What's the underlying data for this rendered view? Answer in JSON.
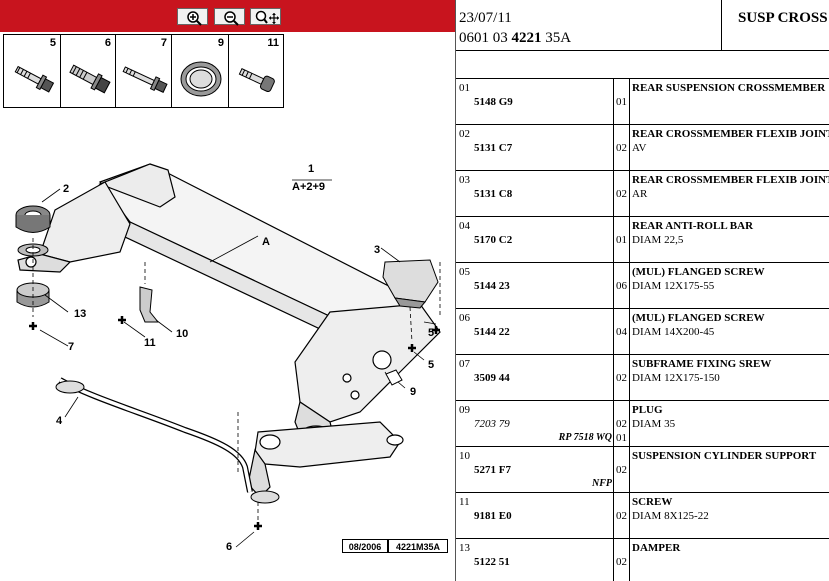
{
  "toolbar": {
    "buttons": [
      {
        "name": "zoom-in"
      },
      {
        "name": "zoom-out"
      },
      {
        "name": "zoom-pan"
      }
    ]
  },
  "parts_strip": [
    {
      "num": "5"
    },
    {
      "num": "6"
    },
    {
      "num": "7"
    },
    {
      "num": "9"
    },
    {
      "num": "11"
    }
  ],
  "diagram": {
    "callouts": {
      "c1": "1",
      "c1sub": "A+2+9",
      "A": "A",
      "c2": "2",
      "c3": "3",
      "c4": "4",
      "c5": "5",
      "c5b": "5",
      "c6": "6",
      "c7": "7",
      "c9": "9",
      "c10": "10",
      "c11": "11",
      "c13": "13"
    },
    "ref_date": "08/2006",
    "ref_code": "4221M35A"
  },
  "header": {
    "date": "23/07/11",
    "code_prefix": "0601 03 ",
    "code_bold": "4221",
    "code_suffix": " 35A",
    "title": "SUSP CROSS"
  },
  "rows": [
    {
      "idx": "01",
      "ref": "5148 G9",
      "qty": "01",
      "qty2": "",
      "name": "REAR SUSPENSION CROSSMEMBER",
      "desc": "",
      "sub": ""
    },
    {
      "idx": "02",
      "ref": "5131 C7",
      "qty": "02",
      "qty2": "",
      "name": "REAR CROSSMEMBER FLEXIB JOINTS",
      "desc": "AV",
      "sub": ""
    },
    {
      "idx": "03",
      "ref": "5131 C8",
      "qty": "02",
      "qty2": "",
      "name": "REAR CROSSMEMBER FLEXIB JOINTS",
      "desc": "AR",
      "sub": ""
    },
    {
      "idx": "04",
      "ref": "5170 C2",
      "qty": "01",
      "qty2": "",
      "name": "REAR ANTI-ROLL BAR",
      "desc": "DIAM 22,5",
      "sub": ""
    },
    {
      "idx": "05",
      "ref": "5144 23",
      "qty": "06",
      "qty2": "",
      "name": "(MUL) FLANGED SCREW",
      "desc": "DIAM 12X175-55",
      "sub": ""
    },
    {
      "idx": "06",
      "ref": "5144 22",
      "qty": "04",
      "qty2": "",
      "name": "(MUL) FLANGED SCREW",
      "desc": "DIAM 14X200-45",
      "sub": ""
    },
    {
      "idx": "07",
      "ref": "3509 44",
      "qty": "02",
      "qty2": "",
      "name": "SUBFRAME FIXING SREW",
      "desc": "DIAM 12X175-150",
      "sub": ""
    },
    {
      "idx": "09",
      "ref": "7203 79",
      "qty": "02",
      "qty2": "01",
      "name": "PLUG",
      "desc": "DIAM 35",
      "sub": "RP 7518 WQ",
      "italic": true
    },
    {
      "idx": "10",
      "ref": "5271 F7",
      "qty": "02",
      "qty2": "",
      "name": "SUSPENSION CYLINDER SUPPORT",
      "desc": "",
      "sub": "NFP"
    },
    {
      "idx": "11",
      "ref": "9181 E0",
      "qty": "02",
      "qty2": "",
      "name": "SCREW",
      "desc": "DIAM 8X125-22",
      "sub": ""
    },
    {
      "idx": "13",
      "ref": "5122 51",
      "qty": "02",
      "qty2": "",
      "name": "DAMPER",
      "desc": "",
      "sub": ""
    }
  ]
}
